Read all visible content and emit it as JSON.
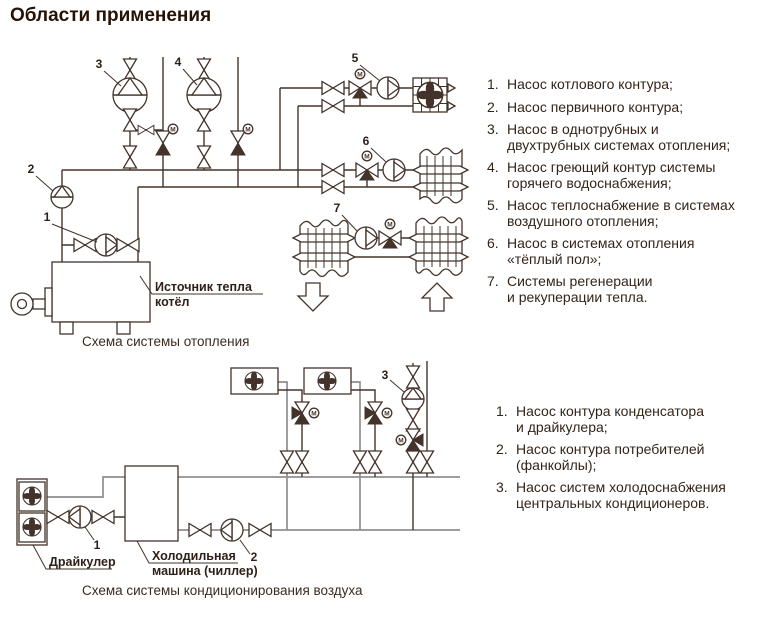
{
  "title": "Области применения",
  "symbols": {
    "motor": "M"
  },
  "colors": {
    "line_dark": "#43332a",
    "line_gray": "#8f8f8f",
    "text": "#33241a"
  },
  "heating": {
    "caption": "Схема системы отопления",
    "boiler": {
      "l1": "Источник тепла",
      "l2": "котёл"
    },
    "nums": {
      "n1": "1",
      "n2": "2",
      "n3": "3",
      "n4": "4",
      "n5": "5",
      "n6": "6",
      "n7": "7"
    }
  },
  "cooling": {
    "caption": "Схема системы кондиционирования воздуха",
    "drycooler": "Драйкулер",
    "chiller": {
      "l1": "Холодильная",
      "l2": "машина (чиллер)"
    },
    "nums": {
      "n1": "1",
      "n2": "2",
      "n3": "3"
    }
  },
  "heating_list": {
    "items": [
      {
        "n": "1.",
        "l1": "Насос котлового контура;",
        "l2": ""
      },
      {
        "n": "2.",
        "l1": "Насос первичного контура;",
        "l2": ""
      },
      {
        "n": "3.",
        "l1": "Насос в однотрубных и",
        "l2": "двухтрубных системах отопления;"
      },
      {
        "n": "4.",
        "l1": "Насос греющий контур системы",
        "l2": "горячего водоснабжения;"
      },
      {
        "n": "5.",
        "l1": "Насос теплоснабжение в системах",
        "l2": "воздушного отопления;"
      },
      {
        "n": "6.",
        "l1": "Насос в системах отопления",
        "l2": "«тёплый пол»;"
      },
      {
        "n": "7.",
        "l1": "Системы регенерации",
        "l2": "и рекуперации тепла."
      }
    ]
  },
  "cooling_list": {
    "items": [
      {
        "n": "1.",
        "l1": "Насос контура конденсатора",
        "l2": "и драйкулера;"
      },
      {
        "n": "2.",
        "l1": "Насос контура потребителей",
        "l2": "(фанкойлы);"
      },
      {
        "n": "3.",
        "l1": "Насос систем холодоснабжения",
        "l2": "центральных кондиционеров."
      }
    ]
  }
}
